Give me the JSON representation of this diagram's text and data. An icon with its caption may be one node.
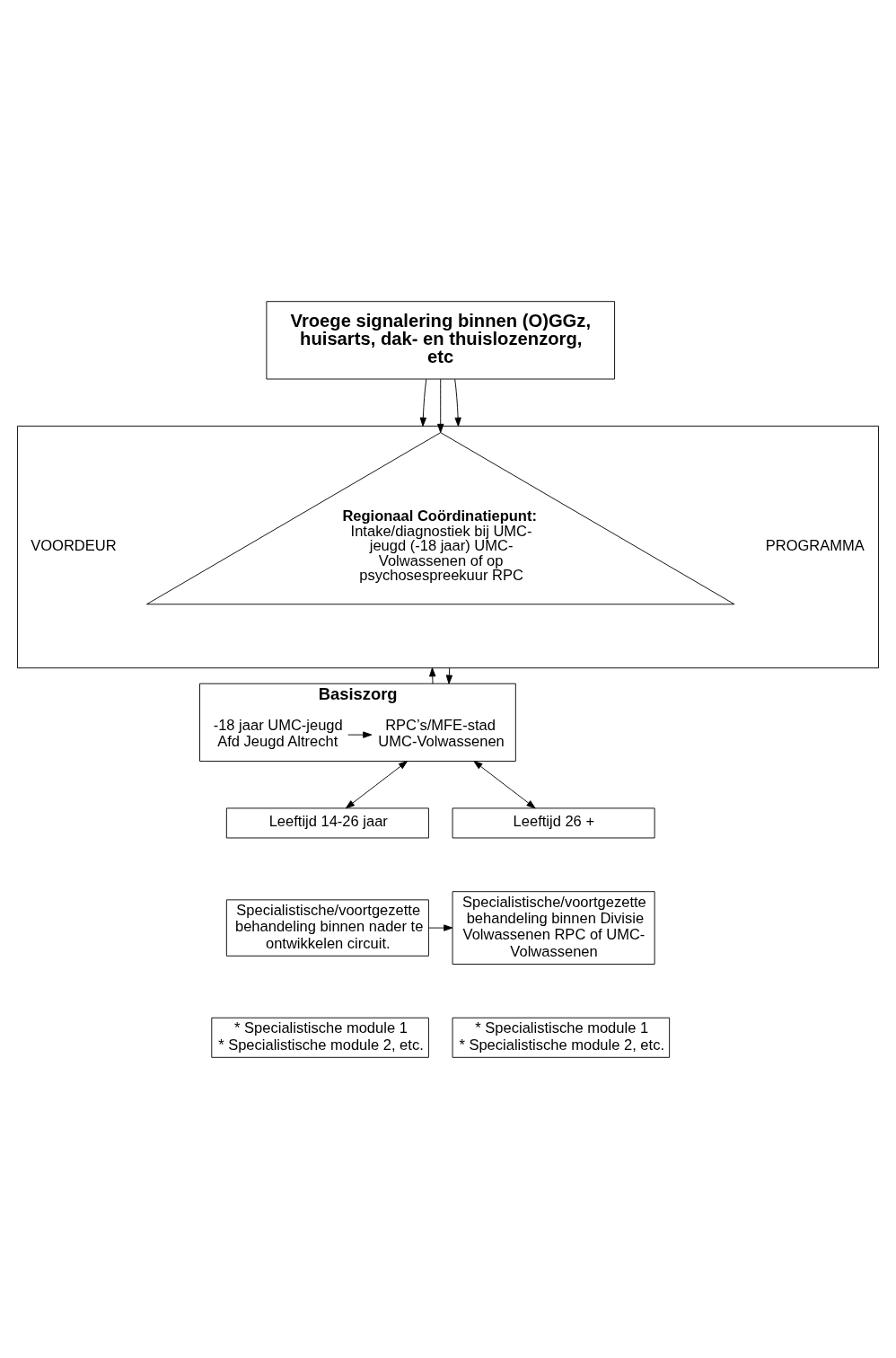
{
  "diagram": {
    "nodes": [
      {
        "text": [
          "Vroege signalering binnen (O)GGz, huisarts, dak- en thuislozenzorg,  etc"
        ]
      },
      {
        "text": [],
        "shape": "box"
      },
      {
        "text": [
          "Regionaal Coördinatiepunt:",
          "Intake/diagnostiek bij UMC-jeugd (-18 jaar) UMC-Volwassenen of op psychosespreekuur RPC"
        ],
        "in": 1
      },
      {
        "text": [
          "Basiszorg"
        ]
      },
      {
        "text": [
          "-18 jaar UMC-jeugd Afd Jeugd Altrecht"
        ],
        "in": 3
      },
      {
        "text": [
          "RPC’s/MFE-stad UMC-Volwassenen"
        ],
        "in": 3
      },
      {
        "text": [
          "Leeftijd 14-26 jaar"
        ]
      },
      {
        "text": [
          "Leeftijd 26 +"
        ]
      },
      {
        "text": [
          "Specialistische/voortgezette behandeling binnen nader te ontwikkelen circuit."
        ]
      },
      {
        "text": [
          "Specialistische/voortgezette behandeling binnen Divisie Volwassenen RPC of UMC-Volwassenen"
        ]
      },
      {
        "text": [
          "* Specialistische module 1",
          "* Specialistische module 2, etc."
        ]
      },
      {
        "text": [
          "* Specialistische module 1",
          "* Specialistische module 2, etc."
        ]
      }
    ],
    "edges": [
      {
        "from": 0,
        "to": 1,
        "arrow": "to"
      },
      {
        "from": 0,
        "to": 2,
        "arrow": "to"
      },
      {
        "from": 0,
        "to": 1,
        "arrow": "to"
      },
      {
        "from": 3,
        "to": 1,
        "arrow": "to"
      },
      {
        "from": 1,
        "to": 3,
        "arrow": "to"
      },
      {
        "from": 4,
        "to": 5,
        "arrow": "to"
      },
      {
        "from": 3,
        "to": 6,
        "arrow": "both"
      },
      {
        "from": 3,
        "to": 7,
        "arrow": "both"
      },
      {
        "from": 8,
        "to": 9,
        "arrow": "to"
      }
    ],
    "labels": [
      "VOORDEUR",
      "PROGRAMMA"
    ]
  }
}
